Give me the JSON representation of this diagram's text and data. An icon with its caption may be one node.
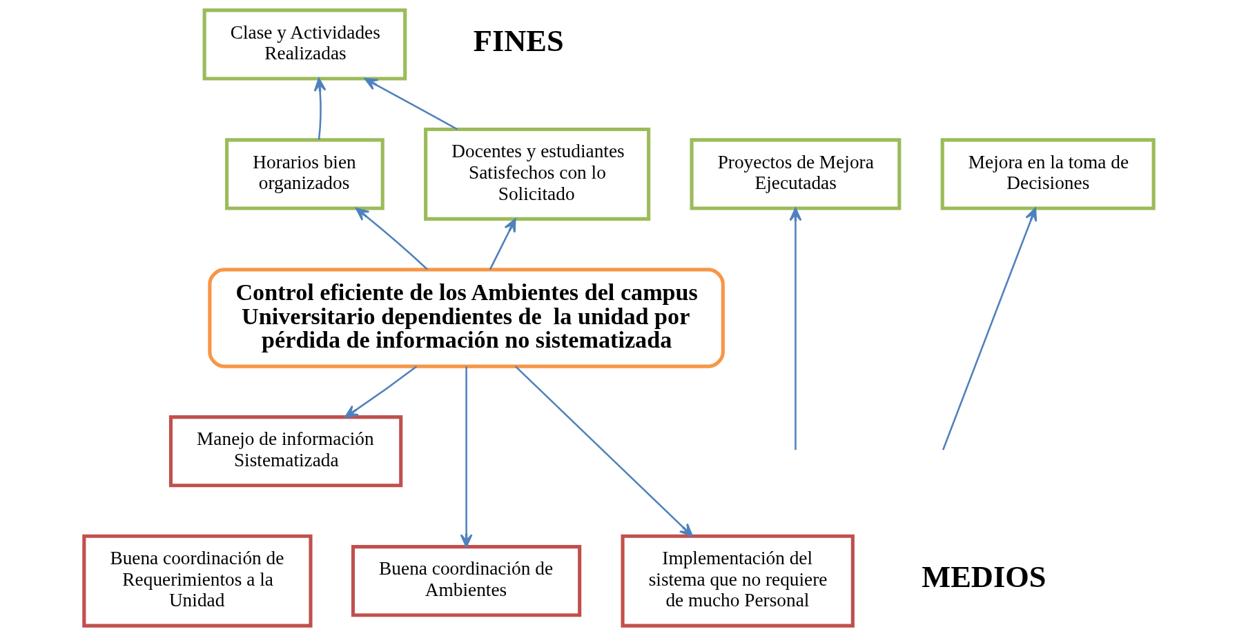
{
  "diagram": {
    "nodes": [
      {
        "text": [
          "Clase y Actividades Realizadas"
        ]
      },
      {
        "text": [
          "Horarios bien organizados"
        ]
      },
      {
        "text": [
          "Docentes y estudiantes Satisfechos con lo Solicitado"
        ]
      },
      {
        "text": [
          "Proyectos de Mejora Ejecutadas"
        ]
      },
      {
        "text": [
          "Mejora en la toma de Decisiones"
        ]
      },
      {
        "text": [
          "Control eficiente de los Ambientes del campus Universitario dependientes de  la unidad por pérdida de información no sistematizada"
        ]
      },
      {
        "text": [
          "Manejo de información Sistematizada"
        ]
      },
      {
        "text": [
          "Buena coordinación de Requerimientos a la Unidad"
        ]
      },
      {
        "text": [
          "Buena coordinación de Ambientes"
        ]
      },
      {
        "text": [
          "Implementación del sistema que no requiere de mucho Personal"
        ]
      }
    ],
    "edges": [
      {
        "from": 1,
        "to": 0,
        "arrow": "to"
      },
      {
        "from": 2,
        "to": 0,
        "arrow": "to"
      },
      {
        "from": 5,
        "to": 1,
        "arrow": "to"
      },
      {
        "from": 5,
        "to": 2,
        "arrow": "to"
      },
      {
        "from": null,
        "to": 3,
        "arrow": "to"
      },
      {
        "from": null,
        "to": 4,
        "arrow": "to"
      },
      {
        "from": 5,
        "to": 6,
        "arrow": "to"
      },
      {
        "from": 5,
        "to": 8,
        "arrow": "to"
      },
      {
        "from": 5,
        "to": 9,
        "arrow": "to"
      }
    ],
    "labels": [
      "FINES",
      "MEDIOS"
    ]
  }
}
